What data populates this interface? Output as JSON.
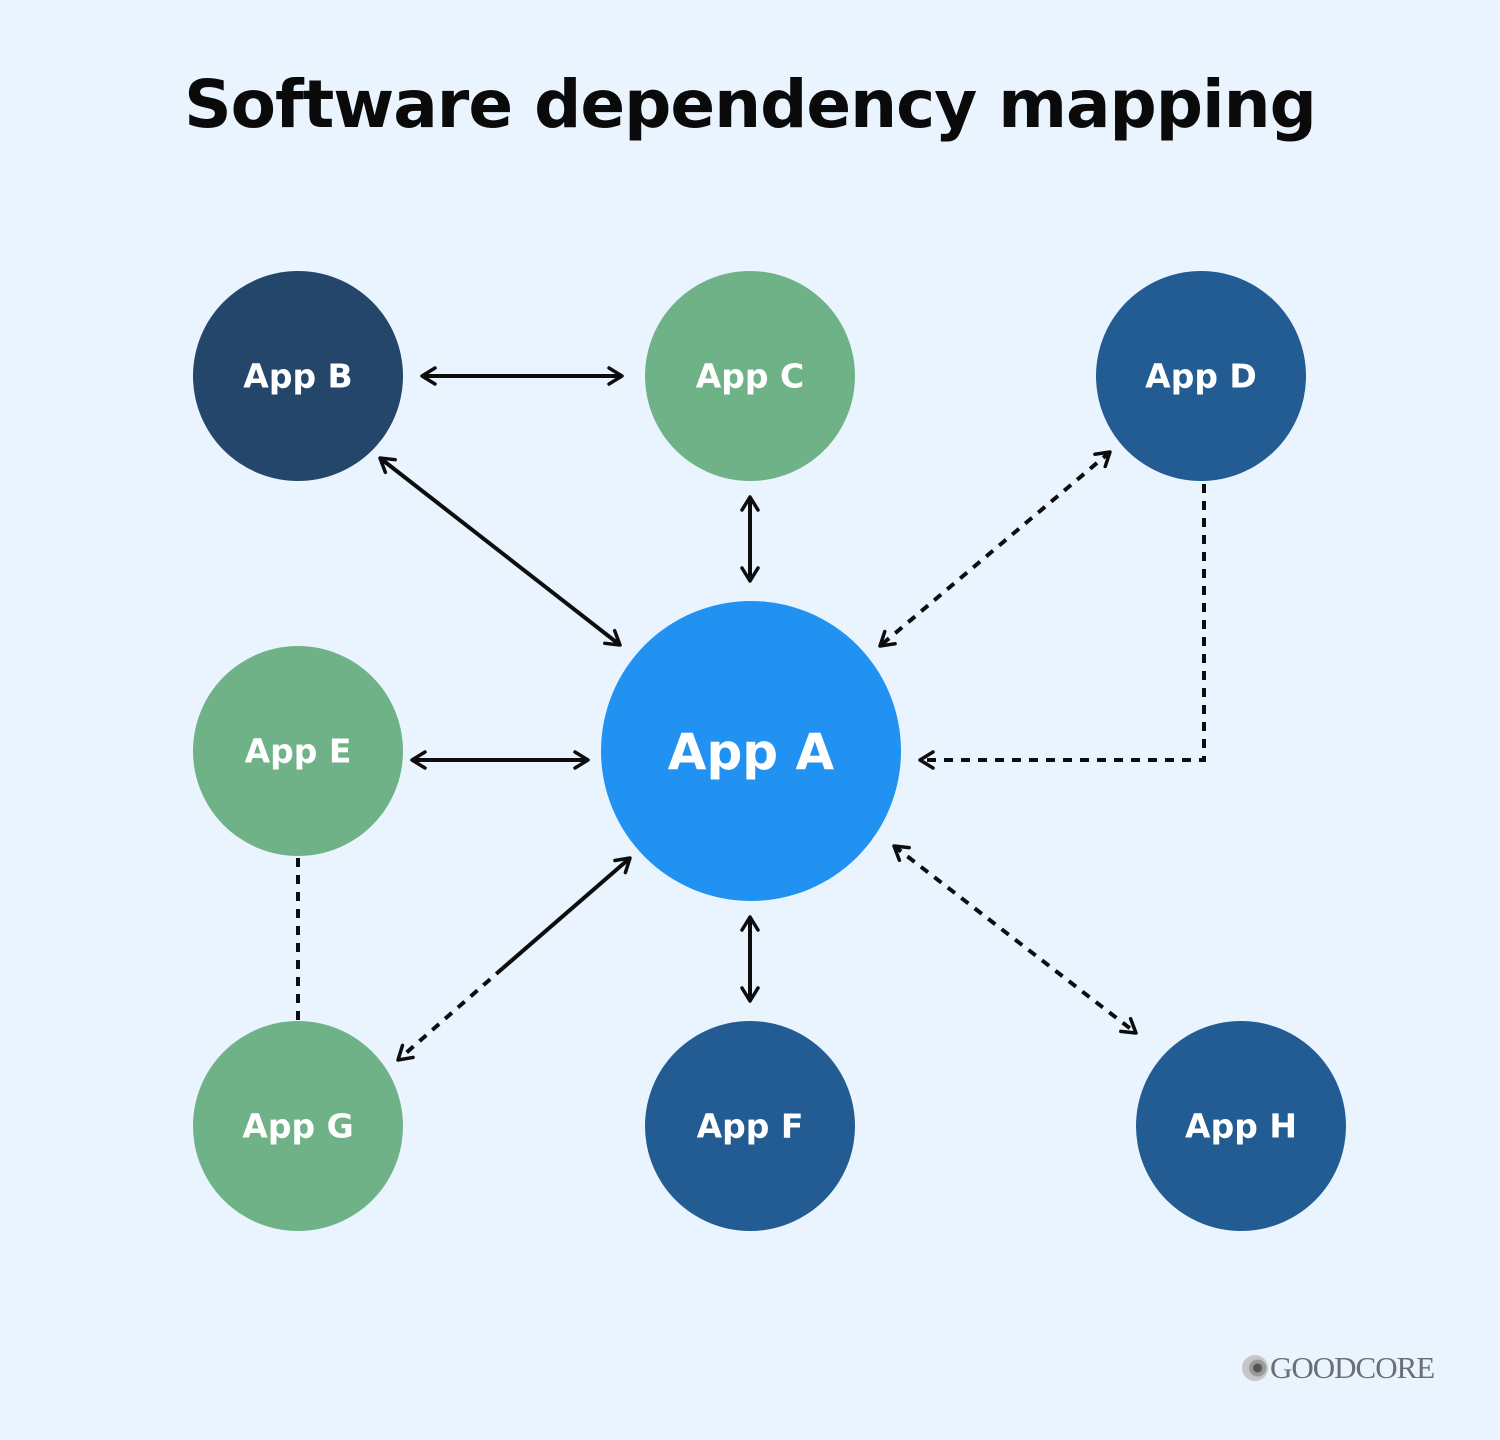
{
  "title": "Software dependency mapping",
  "nodes": {
    "a": {
      "label": "App A",
      "color": "#2192F2"
    },
    "b": {
      "label": "App B",
      "color": "#25466B"
    },
    "c": {
      "label": "App C",
      "color": "#70B287"
    },
    "d": {
      "label": "App D",
      "color": "#235C93"
    },
    "e": {
      "label": "App E",
      "color": "#70B287"
    },
    "f": {
      "label": "App F",
      "color": "#235C93"
    },
    "g": {
      "label": "App G",
      "color": "#70B287"
    },
    "h": {
      "label": "App H",
      "color": "#235C93"
    }
  },
  "edges": [
    {
      "from": "App B",
      "to": "App C",
      "style": "solid",
      "direction": "both"
    },
    {
      "from": "App B",
      "to": "App A",
      "style": "solid",
      "direction": "both"
    },
    {
      "from": "App C",
      "to": "App A",
      "style": "solid",
      "direction": "both"
    },
    {
      "from": "App D",
      "to": "App A",
      "style": "dotted",
      "direction": "both"
    },
    {
      "from": "App D",
      "to": "App A",
      "style": "dotted",
      "direction": "to"
    },
    {
      "from": "App E",
      "to": "App A",
      "style": "solid",
      "direction": "both"
    },
    {
      "from": "App E",
      "to": "App G",
      "style": "dotted",
      "direction": "none"
    },
    {
      "from": "App G",
      "to": "App A",
      "style": "mixed",
      "direction": "both"
    },
    {
      "from": "App F",
      "to": "App A",
      "style": "solid",
      "direction": "both"
    },
    {
      "from": "App A",
      "to": "App H",
      "style": "dotted",
      "direction": "both"
    }
  ],
  "logo": {
    "text": "GOODCORE"
  }
}
